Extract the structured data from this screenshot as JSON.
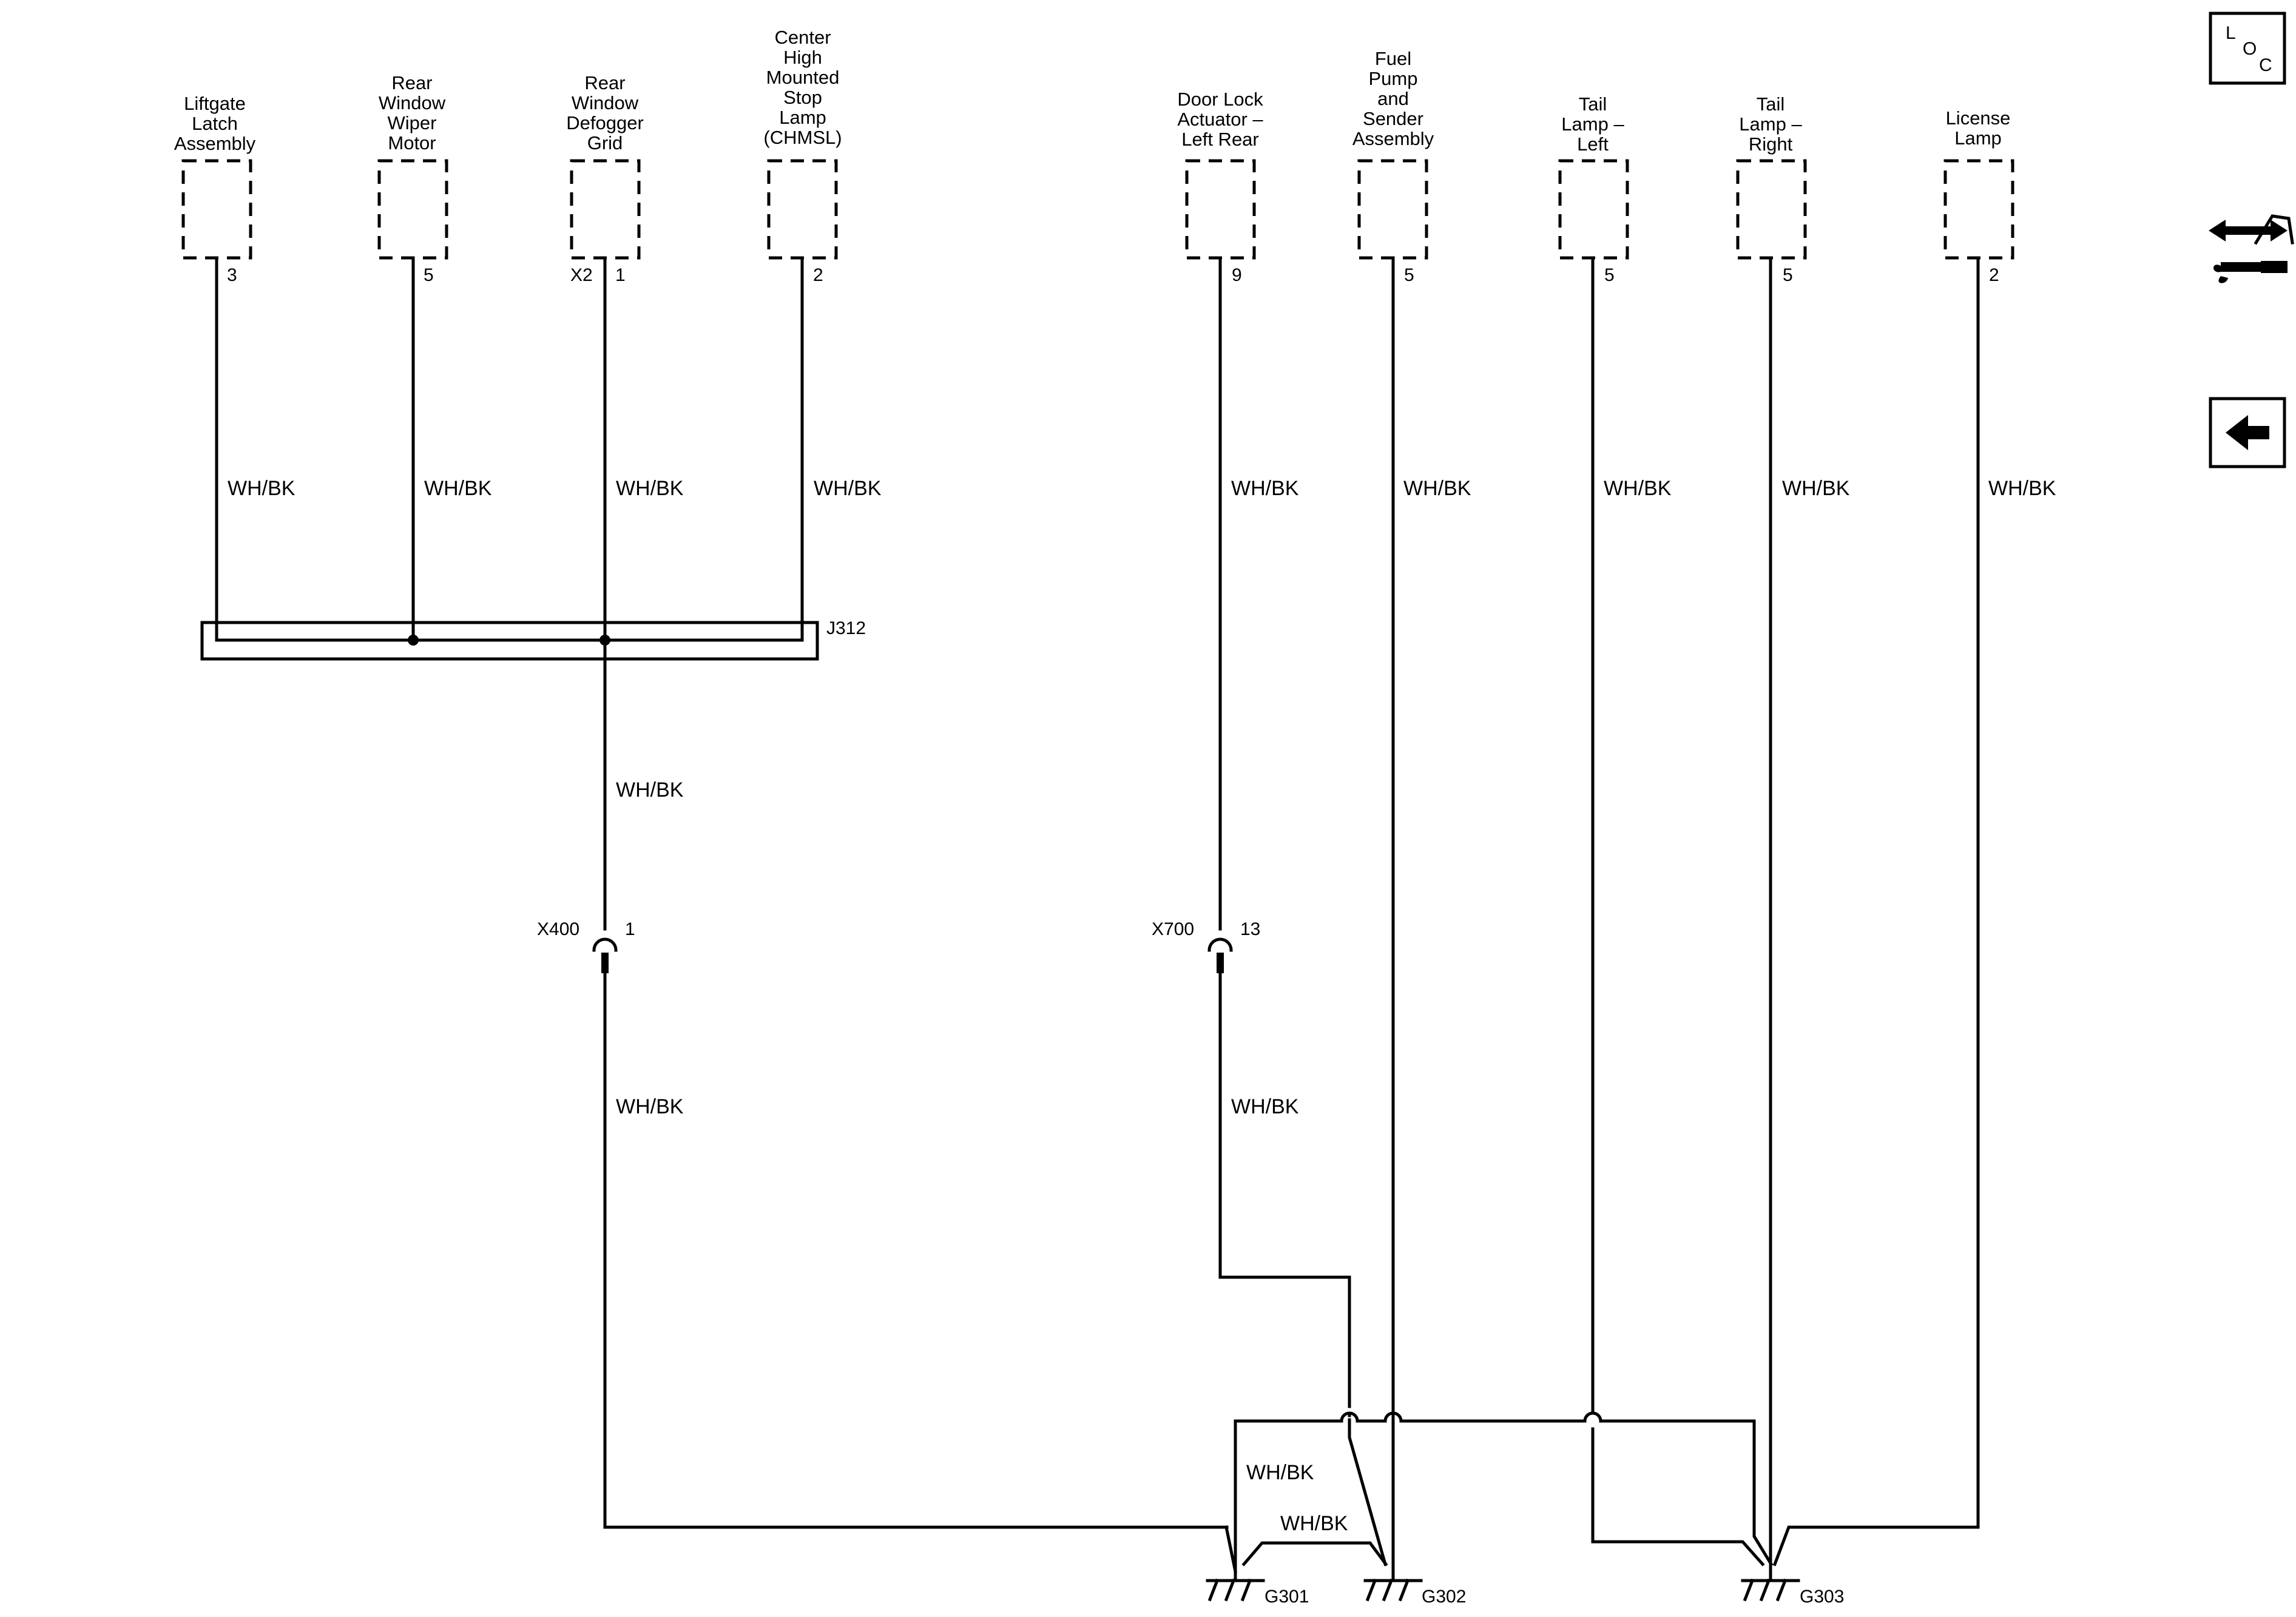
{
  "components": {
    "liftgate_latch": [
      "Liftgate",
      "Latch",
      "Assembly"
    ],
    "rear_wiper_motor": [
      "Rear",
      "Window",
      "Wiper",
      "Motor"
    ],
    "rear_defogger_grid": [
      "Rear",
      "Window",
      "Defogger",
      "Grid"
    ],
    "chmsl": [
      "Center",
      "High",
      "Mounted",
      "Stop",
      "Lamp",
      "(CHMSL)"
    ],
    "door_lock_actuator": [
      "Door Lock",
      "Actuator –",
      "Left Rear"
    ],
    "fuel_pump_sender": [
      "Fuel",
      "Pump",
      "and",
      "Sender",
      "Assembly"
    ],
    "tail_lamp_left": [
      "Tail",
      "Lamp –",
      "Left"
    ],
    "tail_lamp_right": [
      "Tail",
      "Lamp –",
      "Right"
    ],
    "license_lamp": [
      "License",
      "Lamp"
    ]
  },
  "pins": {
    "liftgate_latch": "3",
    "rear_wiper_motor": "5",
    "rear_defogger_connector": "X2",
    "rear_defogger_grid": "1",
    "chmsl": "2",
    "door_lock_actuator": "9",
    "fuel_pump_sender": "5",
    "tail_lamp_left": "5",
    "tail_lamp_right": "5",
    "license_lamp": "2"
  },
  "wire_color": "WH/BK",
  "splice_pack": "J312",
  "inline_connectors": {
    "x400": {
      "name": "X400",
      "pin": "1"
    },
    "x700": {
      "name": "X700",
      "pin": "13"
    }
  },
  "grounds": {
    "g301": "G301",
    "g302": "G302",
    "g303": "G303"
  },
  "nav_icons": {
    "location": {
      "icon": "loc-icon",
      "letters": [
        "L",
        "O",
        "C"
      ]
    },
    "connector_info": {
      "icon": "connector-wrench-icon"
    },
    "back": {
      "icon": "back-arrow-icon"
    }
  }
}
